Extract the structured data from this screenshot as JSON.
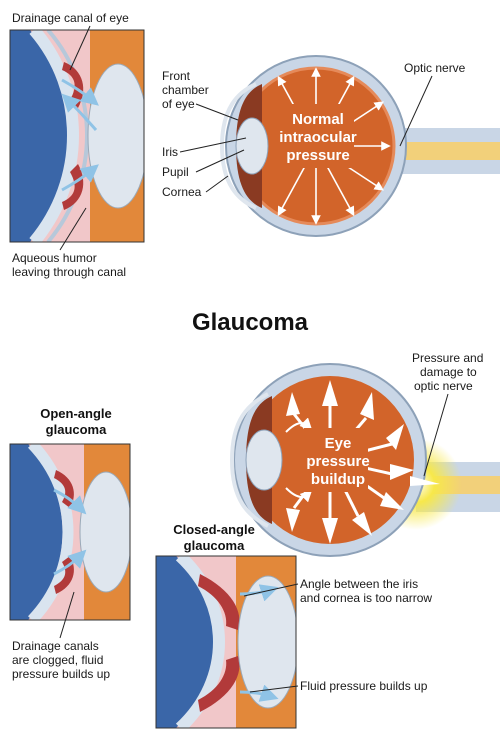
{
  "labels": {
    "drainage_canal": "Drainage canal of eye",
    "front_chamber": [
      "Front",
      "chamber",
      "of eye"
    ],
    "iris": "Iris",
    "pupil": "Pupil",
    "cornea": "Cornea",
    "optic_nerve": "Optic nerve",
    "normal_pressure": [
      "Normal",
      "intraocular",
      "pressure"
    ],
    "aqueous": [
      "Aqueous humor",
      "leaving through canal"
    ],
    "glaucoma_title": "Glaucoma",
    "pressure_damage": [
      "Pressure and",
      "damage to",
      "optic nerve"
    ],
    "open_angle": [
      "Open-angle",
      "glaucoma"
    ],
    "eye_pressure": [
      "Eye",
      "pressure",
      "buildup"
    ],
    "closed_angle": [
      "Closed-angle",
      "glaucoma"
    ],
    "angle_narrow": [
      "Angle between the iris",
      "and cornea is too narrow"
    ],
    "drainage_clogged": [
      "Drainage canals",
      "are clogged, fluid",
      "pressure builds up"
    ],
    "fluid_pressure": "Fluid pressure builds up"
  },
  "colors": {
    "eye_interior": "#d2642a",
    "sclera": "#c9d6e6",
    "inset_blue": "#3a66a8",
    "inset_orange": "#e2883a",
    "lens": "#dfe6ee",
    "iris": "#8a3a22",
    "glow": "#f7e84a"
  }
}
